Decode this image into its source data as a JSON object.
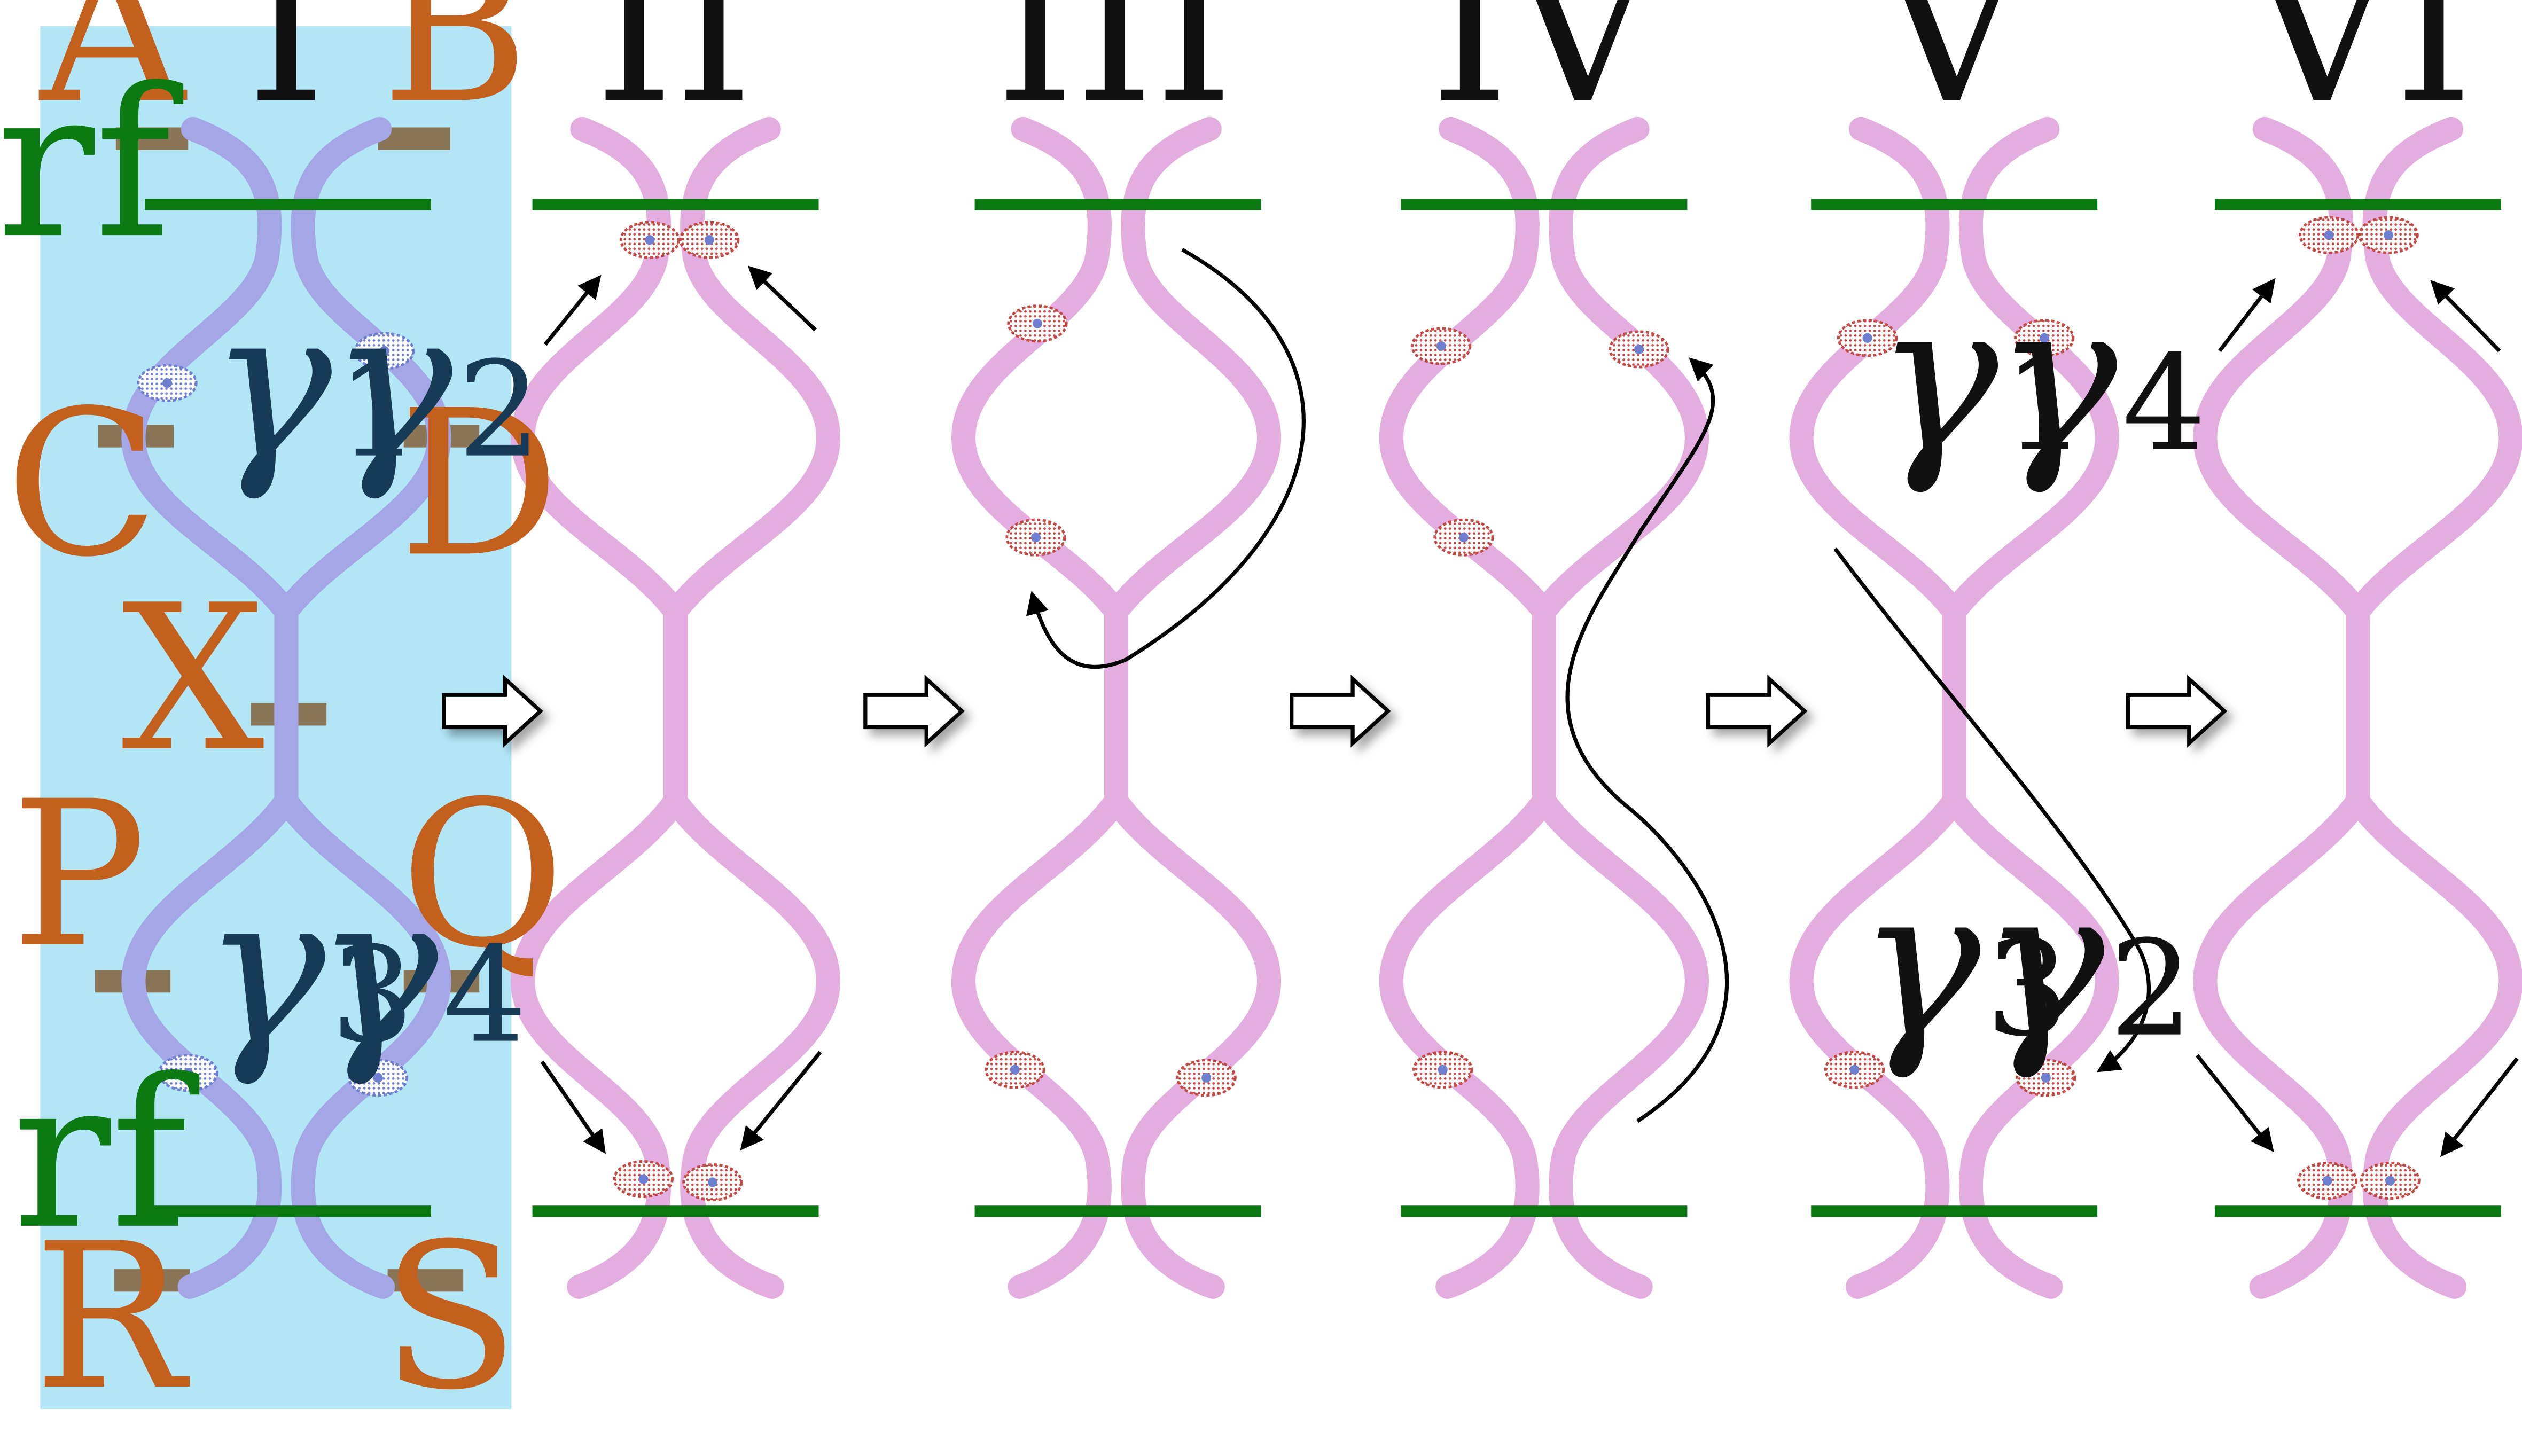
{
  "colors": {
    "highlight_panel": "#b2e6f7",
    "wire_highlighted": "#a4a6e6",
    "wire": "#e3addf",
    "rf_line": "#0b7a12",
    "gate": "#8a7657",
    "port_label": "#c4601d",
    "rf_label": "#0b7a12",
    "gamma_highlighted": "#173b57",
    "gamma": "#111111",
    "vortex_blue": "#6f7fd0",
    "vortex_red": "#c24a44"
  },
  "stages": [
    {
      "label": "I"
    },
    {
      "label": "II"
    },
    {
      "label": "III"
    },
    {
      "label": "IV"
    },
    {
      "label": "V"
    },
    {
      "label": "VI"
    }
  ],
  "ports": {
    "A": "A",
    "B": "B",
    "C": "C",
    "D": "D",
    "X": "X",
    "P": "P",
    "Q": "Q",
    "R": "R",
    "S": "S"
  },
  "rf_label": "rf",
  "gamma_symbol": "γ",
  "stage1_gammas": [
    "1",
    "2",
    "3",
    "4"
  ],
  "stage5_gammas": [
    "1",
    "4",
    "3",
    "2"
  ],
  "arrow_icon": "hollow-right-arrow-icon"
}
